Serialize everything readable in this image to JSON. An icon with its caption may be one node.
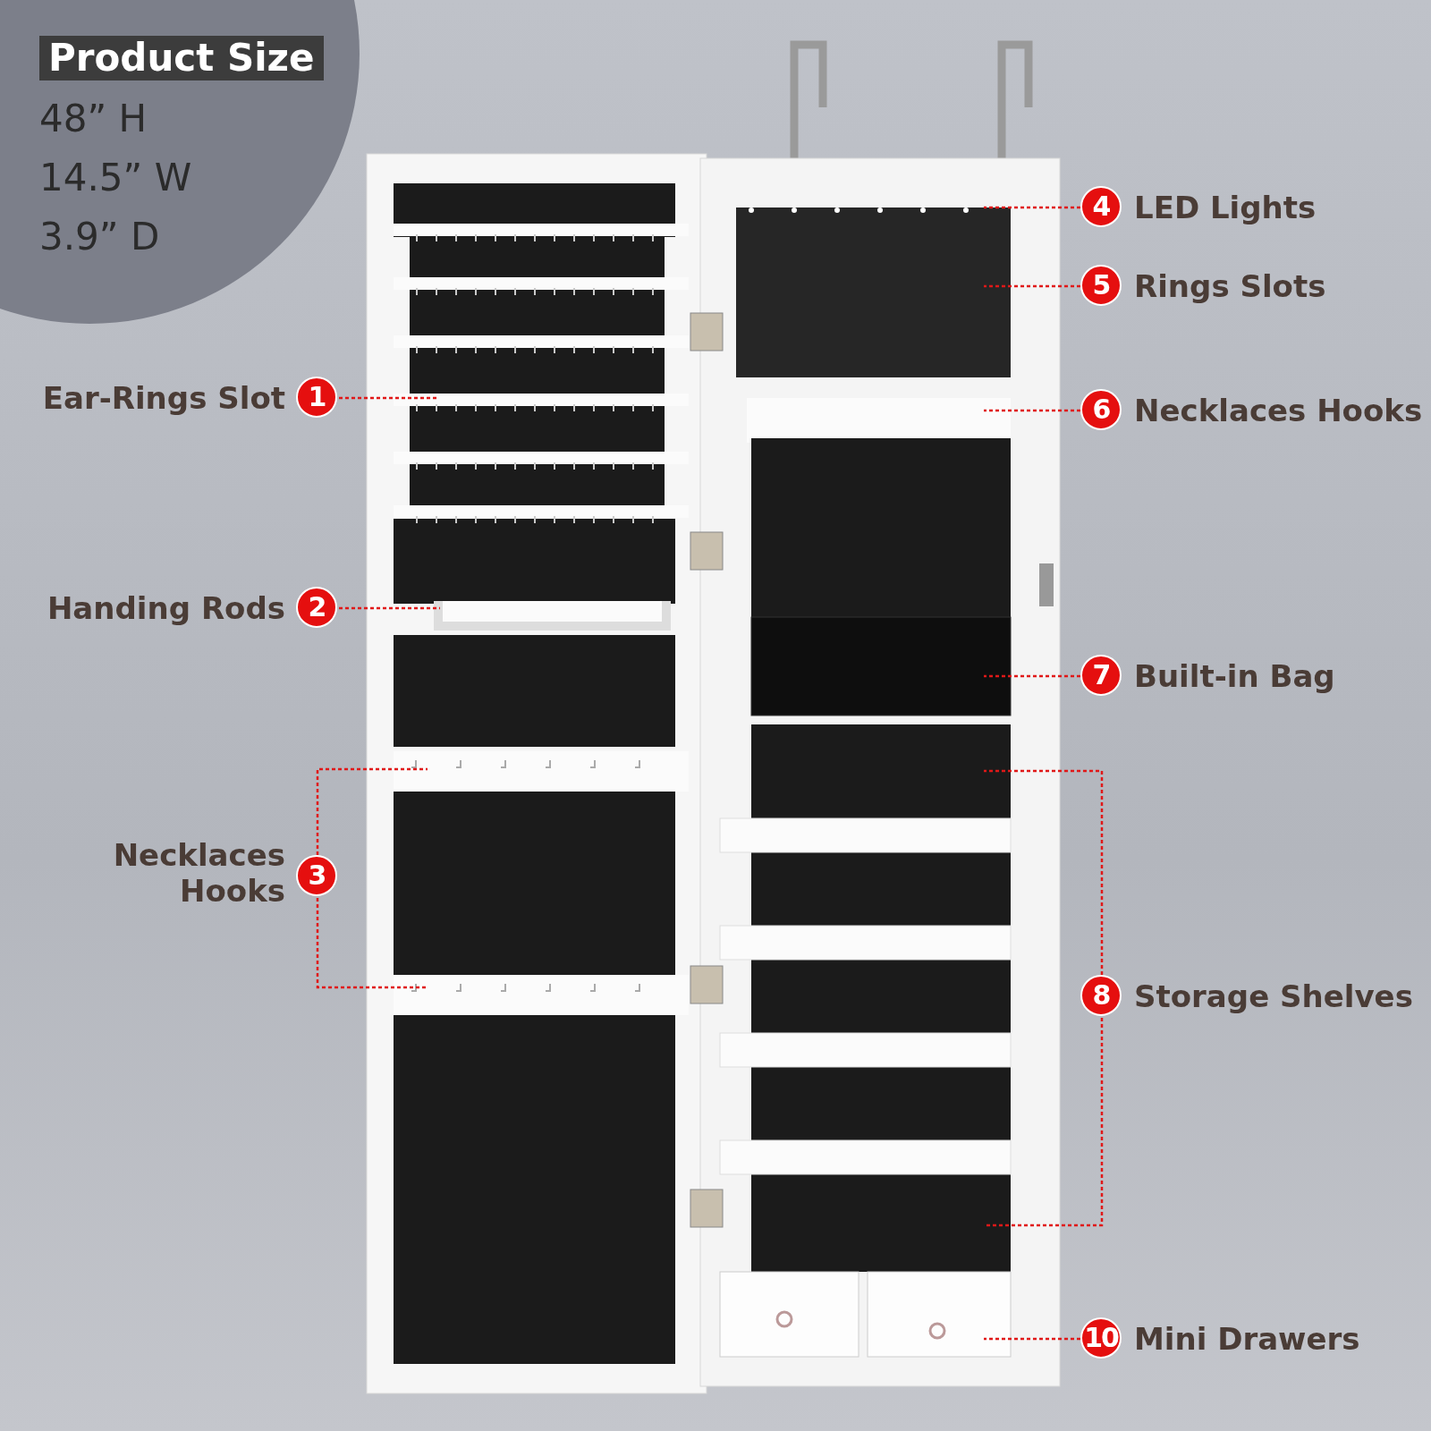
{
  "diagram": {
    "nodes": [
      {
        "text": [
          "1"
        ],
        "beside": [
          "Ear-Rings Slot"
        ]
      },
      {
        "text": [
          "2"
        ],
        "beside": [
          "Handing Rods"
        ]
      },
      {
        "text": [
          "3"
        ],
        "beside": [
          "Necklaces Hooks"
        ]
      },
      {
        "text": [
          "4"
        ],
        "beside": [
          "LED Lights"
        ]
      },
      {
        "text": [
          "5"
        ],
        "beside": [
          "Rings Slots"
        ]
      },
      {
        "text": [
          "6"
        ],
        "beside": [
          "Necklaces Hooks"
        ]
      },
      {
        "text": [
          "7"
        ],
        "beside": [
          "Built-in Bag"
        ]
      },
      {
        "text": [
          "8"
        ],
        "beside": [
          "Storage Shelves"
        ]
      },
      {
        "text": [
          "10"
        ],
        "beside": [
          "Mini Drawers"
        ]
      }
    ],
    "edges": [
      {
        "from": 0,
        "to": null,
        "arrow": "none",
        "style": "dashed"
      },
      {
        "from": 1,
        "to": null,
        "arrow": "none",
        "style": "dashed"
      },
      {
        "from": 2,
        "to": null,
        "arrow": "none",
        "style": "dashed"
      },
      {
        "from": 2,
        "to": null,
        "arrow": "none",
        "style": "dashed"
      },
      {
        "from": 3,
        "to": null,
        "arrow": "none",
        "style": "dashed"
      },
      {
        "from": 4,
        "to": null,
        "arrow": "none",
        "style": "dashed"
      },
      {
        "from": 5,
        "to": null,
        "arrow": "none",
        "style": "dashed"
      },
      {
        "from": 6,
        "to": null,
        "arrow": "none",
        "style": "dashed"
      },
      {
        "from": 7,
        "to": null,
        "arrow": "none",
        "style": "dashed"
      },
      {
        "from": 7,
        "to": null,
        "arrow": "none",
        "style": "dashed"
      },
      {
        "from": 8,
        "to": null,
        "arrow": "none",
        "style": "dashed"
      }
    ],
    "labels": [
      "Product Size",
      "48” H",
      "14.5” W",
      "3.9” D"
    ]
  }
}
